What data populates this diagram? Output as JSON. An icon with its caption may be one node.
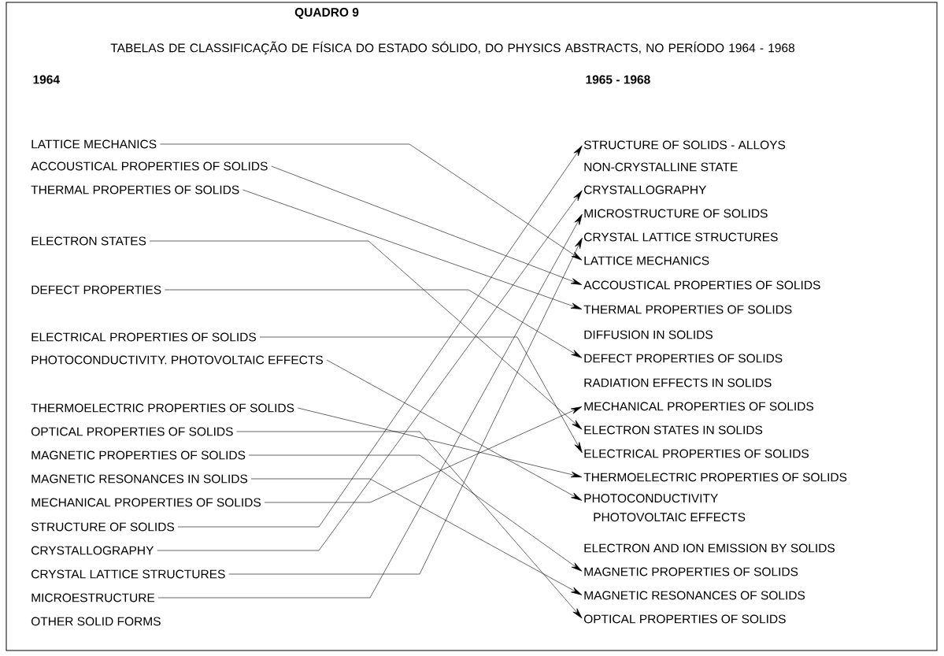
{
  "diagram": {
    "title": "QUADRO 9",
    "labels": [
      "TABELAS DE CLASSIFICAÇÃO DE FÍSICA DO ESTADO SÓLIDO, DO PHYSICS ABSTRACTS, NO PERÍODO 1964 - 1968",
      "1964",
      "1965 - 1968"
    ],
    "nodes": [
      {
        "text": [
          "LATTICE MECHANICS"
        ]
      },
      {
        "text": [
          "ACCOUSTICAL PROPERTIES OF SOLIDS"
        ]
      },
      {
        "text": [
          "THERMAL PROPERTIES OF SOLIDS"
        ]
      },
      {
        "text": [
          "ELECTRON STATES"
        ]
      },
      {
        "text": [
          "DEFECT PROPERTIES"
        ]
      },
      {
        "text": [
          "ELECTRICAL PROPERTIES OF SOLIDS"
        ]
      },
      {
        "text": [
          "PHOTOCONDUCTIVITY. PHOTOVOLTAIC EFFECTS"
        ]
      },
      {
        "text": [
          "THERMOELECTRIC PROPERTIES OF SOLIDS"
        ]
      },
      {
        "text": [
          "OPTICAL PROPERTIES OF SOLIDS"
        ]
      },
      {
        "text": [
          "MAGNETIC PROPERTIES OF SOLIDS"
        ]
      },
      {
        "text": [
          "MAGNETIC RESONANCES IN SOLIDS"
        ]
      },
      {
        "text": [
          "MECHANICAL PROPERTIES OF SOLIDS"
        ]
      },
      {
        "text": [
          "STRUCTURE OF SOLIDS"
        ]
      },
      {
        "text": [
          "CRYSTALLOGRAPHY"
        ]
      },
      {
        "text": [
          "CRYSTAL LATTICE STRUCTURES"
        ]
      },
      {
        "text": [
          "MICROESTRUCTURE"
        ]
      },
      {
        "text": [
          "OTHER SOLID FORMS"
        ]
      },
      {
        "text": [
          "STRUCTURE OF SOLIDS - ALLOYS"
        ]
      },
      {
        "text": [
          "NON-CRYSTALLINE STATE"
        ]
      },
      {
        "text": [
          "CRYSTALLOGRAPHY"
        ]
      },
      {
        "text": [
          "MICROSTRUCTURE OF SOLIDS"
        ]
      },
      {
        "text": [
          "CRYSTAL LATTICE STRUCTURES"
        ]
      },
      {
        "text": [
          "LATTICE MECHANICS"
        ]
      },
      {
        "text": [
          "ACCOUSTICAL PROPERTIES OF SOLIDS"
        ]
      },
      {
        "text": [
          "THERMAL PROPERTIES OF SOLIDS"
        ]
      },
      {
        "text": [
          "DIFFUSION IN SOLIDS"
        ]
      },
      {
        "text": [
          "DEFECT PROPERTIES OF SOLIDS"
        ]
      },
      {
        "text": [
          "RADIATION EFFECTS IN SOLIDS"
        ]
      },
      {
        "text": [
          "MECHANICAL PROPERTIES OF SOLIDS"
        ]
      },
      {
        "text": [
          "ELECTRON STATES IN SOLIDS"
        ]
      },
      {
        "text": [
          "ELECTRICAL PROPERTIES OF SOLIDS"
        ]
      },
      {
        "text": [
          "THERMOELECTRIC PROPERTIES OF SOLIDS"
        ]
      },
      {
        "text": [
          "PHOTOCONDUCTIVITY",
          "PHOTOVOLTAIC EFFECTS"
        ]
      },
      {
        "text": [
          "ELECTRON AND ION EMISSION BY SOLIDS"
        ]
      },
      {
        "text": [
          "MAGNETIC PROPERTIES OF SOLIDS"
        ]
      },
      {
        "text": [
          "MAGNETIC RESONANCES OF SOLIDS"
        ]
      },
      {
        "text": [
          "OPTICAL PROPERTIES OF SOLIDS"
        ]
      }
    ],
    "edges": [
      {
        "from": 0,
        "to": 22,
        "arrow": "to"
      },
      {
        "from": 1,
        "to": 23,
        "arrow": "to"
      },
      {
        "from": 2,
        "to": 24,
        "arrow": "to"
      },
      {
        "from": 3,
        "to": 29,
        "arrow": "to"
      },
      {
        "from": 4,
        "to": 26,
        "arrow": "to"
      },
      {
        "from": 5,
        "to": 30,
        "arrow": "to"
      },
      {
        "from": 6,
        "to": 32,
        "arrow": "to"
      },
      {
        "from": 7,
        "to": 31,
        "arrow": "to"
      },
      {
        "from": 8,
        "to": 36,
        "arrow": "to"
      },
      {
        "from": 9,
        "to": 34,
        "arrow": "to"
      },
      {
        "from": 10,
        "to": 35,
        "arrow": "to"
      },
      {
        "from": 11,
        "to": 28,
        "arrow": "to"
      },
      {
        "from": 12,
        "to": 17,
        "arrow": "to"
      },
      {
        "from": 13,
        "to": 19,
        "arrow": "to"
      },
      {
        "from": 14,
        "to": 21,
        "arrow": "to"
      },
      {
        "from": 15,
        "to": 20,
        "arrow": "to"
      }
    ]
  }
}
